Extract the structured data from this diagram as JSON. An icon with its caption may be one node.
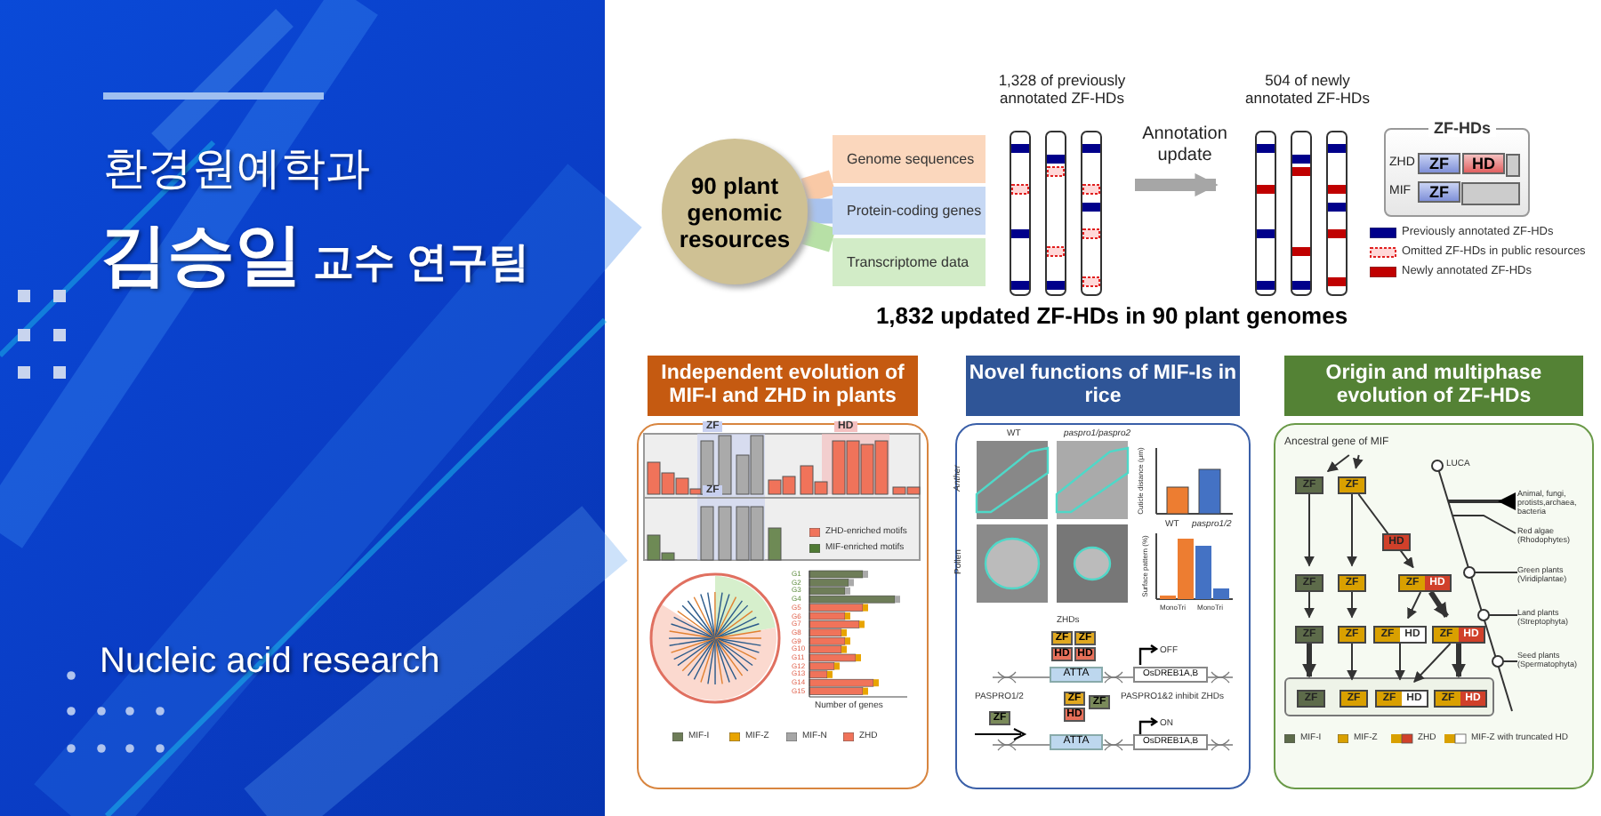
{
  "diagram": {
    "nodes": [
      {
        "text": [
          "90 plant genomic resources"
        ]
      },
      {
        "text": [
          "Genome sequences"
        ]
      },
      {
        "text": [
          "Protein-coding genes"
        ]
      },
      {
        "text": [
          "Transcriptome data"
        ]
      },
      {
        "text": [
          "1,328 of previously annotated ZF-HDs"
        ]
      },
      {
        "text": [
          "504 of newly annotated ZF-HDs"
        ]
      },
      {
        "text": [
          "ZF-HDs"
        ]
      },
      {
        "text": [
          "Independent evolution of MIF-I and ZHD in plants"
        ]
      },
      {
        "text": [
          "Novel functions of MIF-Is in rice"
        ]
      },
      {
        "text": [
          "Origin and multiphase evolution of ZF-HDs"
        ]
      },
      {
        "text": [
          "Ancestral gene of MIF"
        ],
        "in": 9
      },
      {
        "text": [
          "ZF"
        ],
        "in": 9
      },
      {
        "text": [
          "ZF"
        ],
        "in": 9
      },
      {
        "text": [
          "HD"
        ],
        "in": 9
      },
      {
        "text": [
          "ZF"
        ],
        "in": 9
      },
      {
        "text": [
          "ZF"
        ],
        "in": 9
      },
      {
        "text": [
          "ZF",
          "HD"
        ],
        "in": 9
      },
      {
        "text": [
          "ZF"
        ],
        "in": 9
      },
      {
        "text": [
          "ZF"
        ],
        "in": 9
      },
      {
        "text": [
          "ZF",
          "HD"
        ],
        "in": 9
      },
      {
        "text": [
          "ZF",
          "HD"
        ],
        "in": 9
      },
      {
        "text": [],
        "shape": "box",
        "in": 9
      },
      {
        "text": [
          "ZF"
        ],
        "in": 21
      },
      {
        "text": [
          "ZF"
        ],
        "in": 21
      },
      {
        "text": [
          "ZF",
          "HD"
        ],
        "in": 21
      },
      {
        "text": [
          "ZF",
          "HD"
        ],
        "in": 21
      }
    ],
    "edges": [
      {
        "from": 0,
        "to": 1,
        "arrow": "none",
        "style": "thick",
        "color": "#f9c9a6"
      },
      {
        "from": 0,
        "to": 2,
        "arrow": "none",
        "style": "thick",
        "color": "#a9c3ee"
      },
      {
        "from": 0,
        "to": 3,
        "arrow": "none",
        "style": "thick",
        "color": "#b7e0a6"
      },
      {
        "from": 4,
        "to": 5,
        "arrow": "to",
        "label": "Annotation update",
        "style": "thick",
        "color": "#a6a6a6"
      },
      {
        "from": 10,
        "to": 11,
        "arrow": "to"
      },
      {
        "from": 10,
        "to": 12,
        "arrow": "to"
      },
      {
        "from": 11,
        "to": 14,
        "arrow": "to"
      },
      {
        "from": 12,
        "to": 15,
        "arrow": "to"
      },
      {
        "from": 12,
        "to": 16,
        "arrow": "to"
      },
      {
        "from": 14,
        "to": 17,
        "arrow": "to"
      },
      {
        "from": 15,
        "to": 18,
        "arrow": "to"
      },
      {
        "from": 16,
        "to": 19,
        "arrow": "to"
      },
      {
        "from": 16,
        "to": 20,
        "arrow": "to",
        "style": "thick"
      },
      {
        "from": 17,
        "to": 22,
        "arrow": "to",
        "style": "thick"
      },
      {
        "from": 18,
        "to": 23,
        "arrow": "to"
      },
      {
        "from": 19,
        "to": 24,
        "arrow": "to"
      },
      {
        "from": 20,
        "to": 24,
        "arrow": "to"
      },
      {
        "from": 20,
        "to": 25,
        "arrow": "to",
        "style": "thick"
      }
    ],
    "labels": [
      "환경원예학과",
      "김승일",
      "교수 연구팀",
      "Nucleic acid research",
      "ZHD",
      "ZF",
      "HD",
      "MIF",
      "ZF",
      "1,832 updated ZF-HDs in 90 plant genomes",
      "ZF",
      "HD",
      "ZF",
      "G1",
      "G2",
      "G3",
      "G4",
      "G5",
      "G6",
      "G7",
      "G8",
      "G9",
      "G10",
      "G11",
      "G12",
      "G13",
      "G14",
      "G15",
      "Number of genes",
      "WT",
      "paspro1/paspro2",
      "Anther",
      "Pollen",
      "Cuticle distance (μm)",
      "WT",
      "paspro1/2",
      "Surface pattern (%)",
      "Mono",
      "Tri",
      "Mono",
      "Tri",
      "ZHDs",
      "ZF",
      "ZF",
      "HD",
      "HD",
      "ATTA",
      "OFF",
      "OsDREB1A,B",
      "PASPRO1/2",
      "ZF",
      "ZF",
      "PASPRO1&2 inhibit ZHDs",
      "ZF",
      "HD",
      "ATTA",
      "ON",
      "OsDREB1A,B",
      "LUCA",
      "Animal, fungi, protists,archaea, bacteria",
      "Red algae (Rhodophytes)",
      "Green plants (Viridiplantae)",
      "Land plants (Streptophyta)",
      "Seed plants (Spermatophyta)"
    ],
    "legend": [
      {
        "text": "Previously annotated ZF-HDs",
        "color": "#00008b"
      },
      {
        "text": "Omitted ZF-HDs in public resources"
      },
      {
        "text": "Newly annotated ZF-HDs",
        "color": "#c00000"
      },
      {
        "text": "ZHD-enriched motifs",
        "color": "#f0735a"
      },
      {
        "text": "MIF-enriched motifs",
        "color": "#4f7a34"
      },
      {
        "text": "MIF-I",
        "color": "#6e7d58"
      },
      {
        "text": "MIF-Z",
        "color": "#e8a400"
      },
      {
        "text": "MIF-N",
        "color": "#a6a6a6"
      },
      {
        "text": "ZHD",
        "color": "#f0735a"
      },
      {
        "text": "MIF-I",
        "color": "#5d6b4a"
      },
      {
        "text": "MIF-Z",
        "color": "#d9a000"
      },
      {
        "text": "ZHD"
      },
      {
        "text": "MIF-Z with truncated HD"
      }
    ]
  }
}
